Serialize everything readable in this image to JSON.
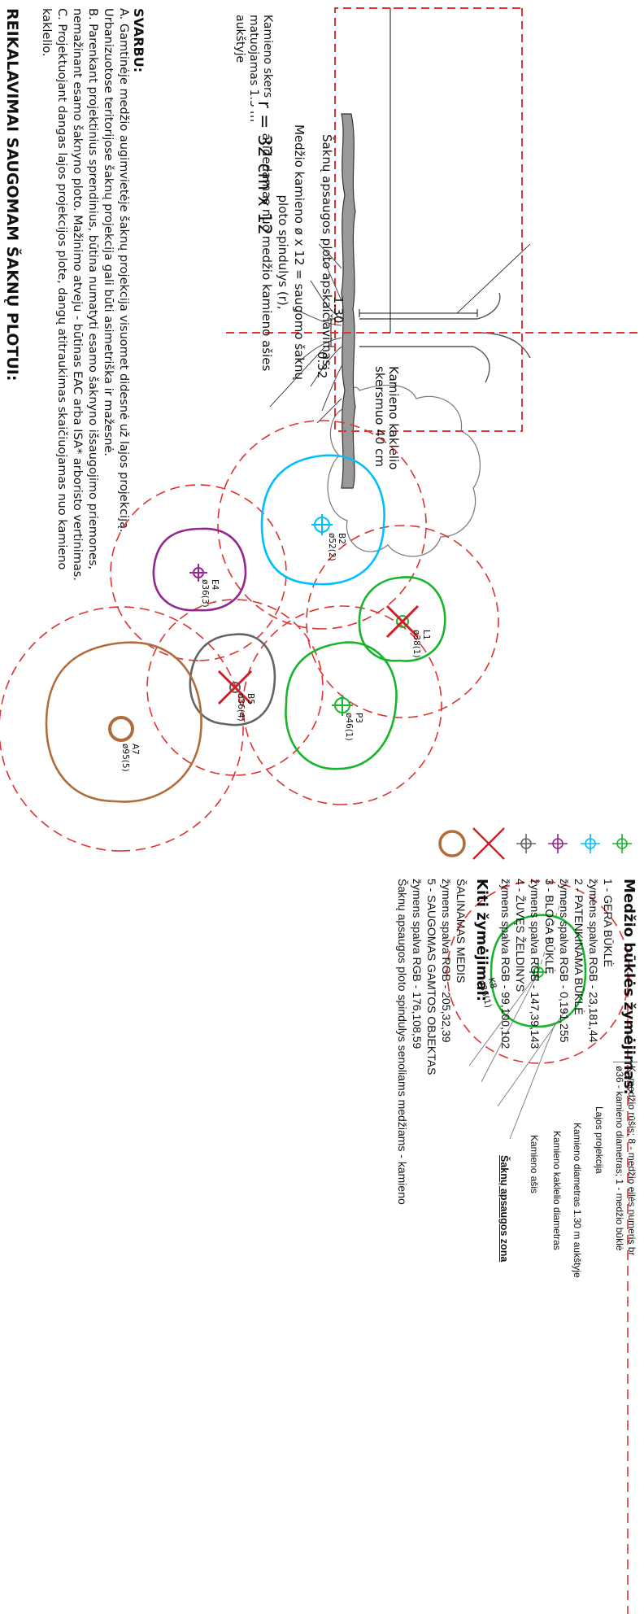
{
  "section_detail": {
    "trunk_diameter_label": [
      "Kamieno skersmuo,",
      "matuojamas 1.3 m",
      "aukštyje"
    ],
    "height_dim": "1.30",
    "collar_dim": "0.32",
    "collar_label": [
      "Kamieno kaklelio",
      "skersmuo 40 cm"
    ],
    "radius_formula": "r = 32 cm x 12",
    "calc_box": {
      "title": "Šaknų apsaugos ploto apskaičiavimas:",
      "line1": "Medžio kamieno ø x 12 = saugomo šaknų ploto spindulys (r),",
      "line2": "atidedamas nuo medžio kamieno ašies"
    }
  },
  "important": {
    "heading": "SVARBU:",
    "lines": [
      "A.  Gamtinėje medžio augimvietėje šaknų projekcija visuomet didesnė už lajos projekciją.",
      "Urbanizuotose teritorijose šaknų projekcija gali būti asimetriška ir mažesnė.",
      "B.  Parenkant projektinius sprendinius, būtina numatyti esamo šaknyno išsaugojimo priemones,",
      "nemažinant esamo šaknyno ploto. Mažinimo atveju - būtinas EAC arba ISA* arboristo vertinimas.",
      "C.  Projektuojant dangas lajos projekcijos plote, dangų atitraukimas skaičiuojamas nuo kamieno",
      "kaklelio."
    ],
    "bottom_heading": "REIKALAVIMAI SAUGOMAM ŠAKNŲ PLOTUI:"
  },
  "trees": [
    {
      "id": "B2",
      "dia": "ø52(2)",
      "status": "patenkinama",
      "color": "#00BFFF"
    },
    {
      "id": "E4",
      "dia": "ø36(3)",
      "status": "bloga",
      "color": "#93278F"
    },
    {
      "id": "L1",
      "dia": "ø38(1)",
      "status": "salinamas",
      "color": "#17B52C"
    },
    {
      "id": "B5",
      "dia": "ø36(4)",
      "status": "salinamas",
      "color": "#636466"
    },
    {
      "id": "P3",
      "dia": "ø46(1)",
      "status": "gera",
      "color": "#17B52C"
    },
    {
      "id": "A7",
      "dia": "ø95(5)",
      "status": "saugomas",
      "color": "#B06C3B"
    }
  ],
  "legend": {
    "title": "Medžio būklės žymėjimas:",
    "items": [
      {
        "name": "1 - GERA BŪKLĖ",
        "rgb": "žymens spalva RGB - 23,181,44",
        "color": "#17B52C"
      },
      {
        "name": "2 - PATENKINAMA BŪKLĖ",
        "rgb": "žymens spalva RGB - 0,191,255",
        "color": "#00BFFF"
      },
      {
        "name": "3 - BLOGA BŪKLĖ",
        "rgb": "žymens spalva RGB - 147,39,143",
        "color": "#93278F"
      },
      {
        "name": "4 - ŽUVĘS ŽELDINYS",
        "rgb": "žymens spalva RGB - 99,100,102",
        "color": "#636466"
      }
    ],
    "other_title": "Kiti žymėjimai:",
    "other_items": [
      {
        "name": "ŠALINAMAS MEDIS",
        "rgb": "žymens spalva RGB - 205,32,39",
        "color": "#CD2027"
      },
      {
        "name": "5 - SAUGOMAS GAMTOS OBJEKTAS",
        "rgb": "žymens spalva RGB - 176,108,59",
        "color": "#B06C3B"
      }
    ],
    "protection_radius": "Šaknų apsaugos ploto spindulys senoliams medžiams - kamieno"
  },
  "key_example": {
    "tree_id": "K8",
    "tree_dia": "ø36(1)",
    "explain1": "K- medžio rūšis; 8 - medžio eilės numeris br",
    "explain2": "ø36 - kamieno diametras; 1 - medžio būklė",
    "labels": [
      "Lajos projekcija",
      "Kamieno diametras 1.30 m aukštyje",
      "Kamieno kaklelio diametras",
      "Kamieno ašis",
      "Šaknų apsaugos zona"
    ]
  }
}
